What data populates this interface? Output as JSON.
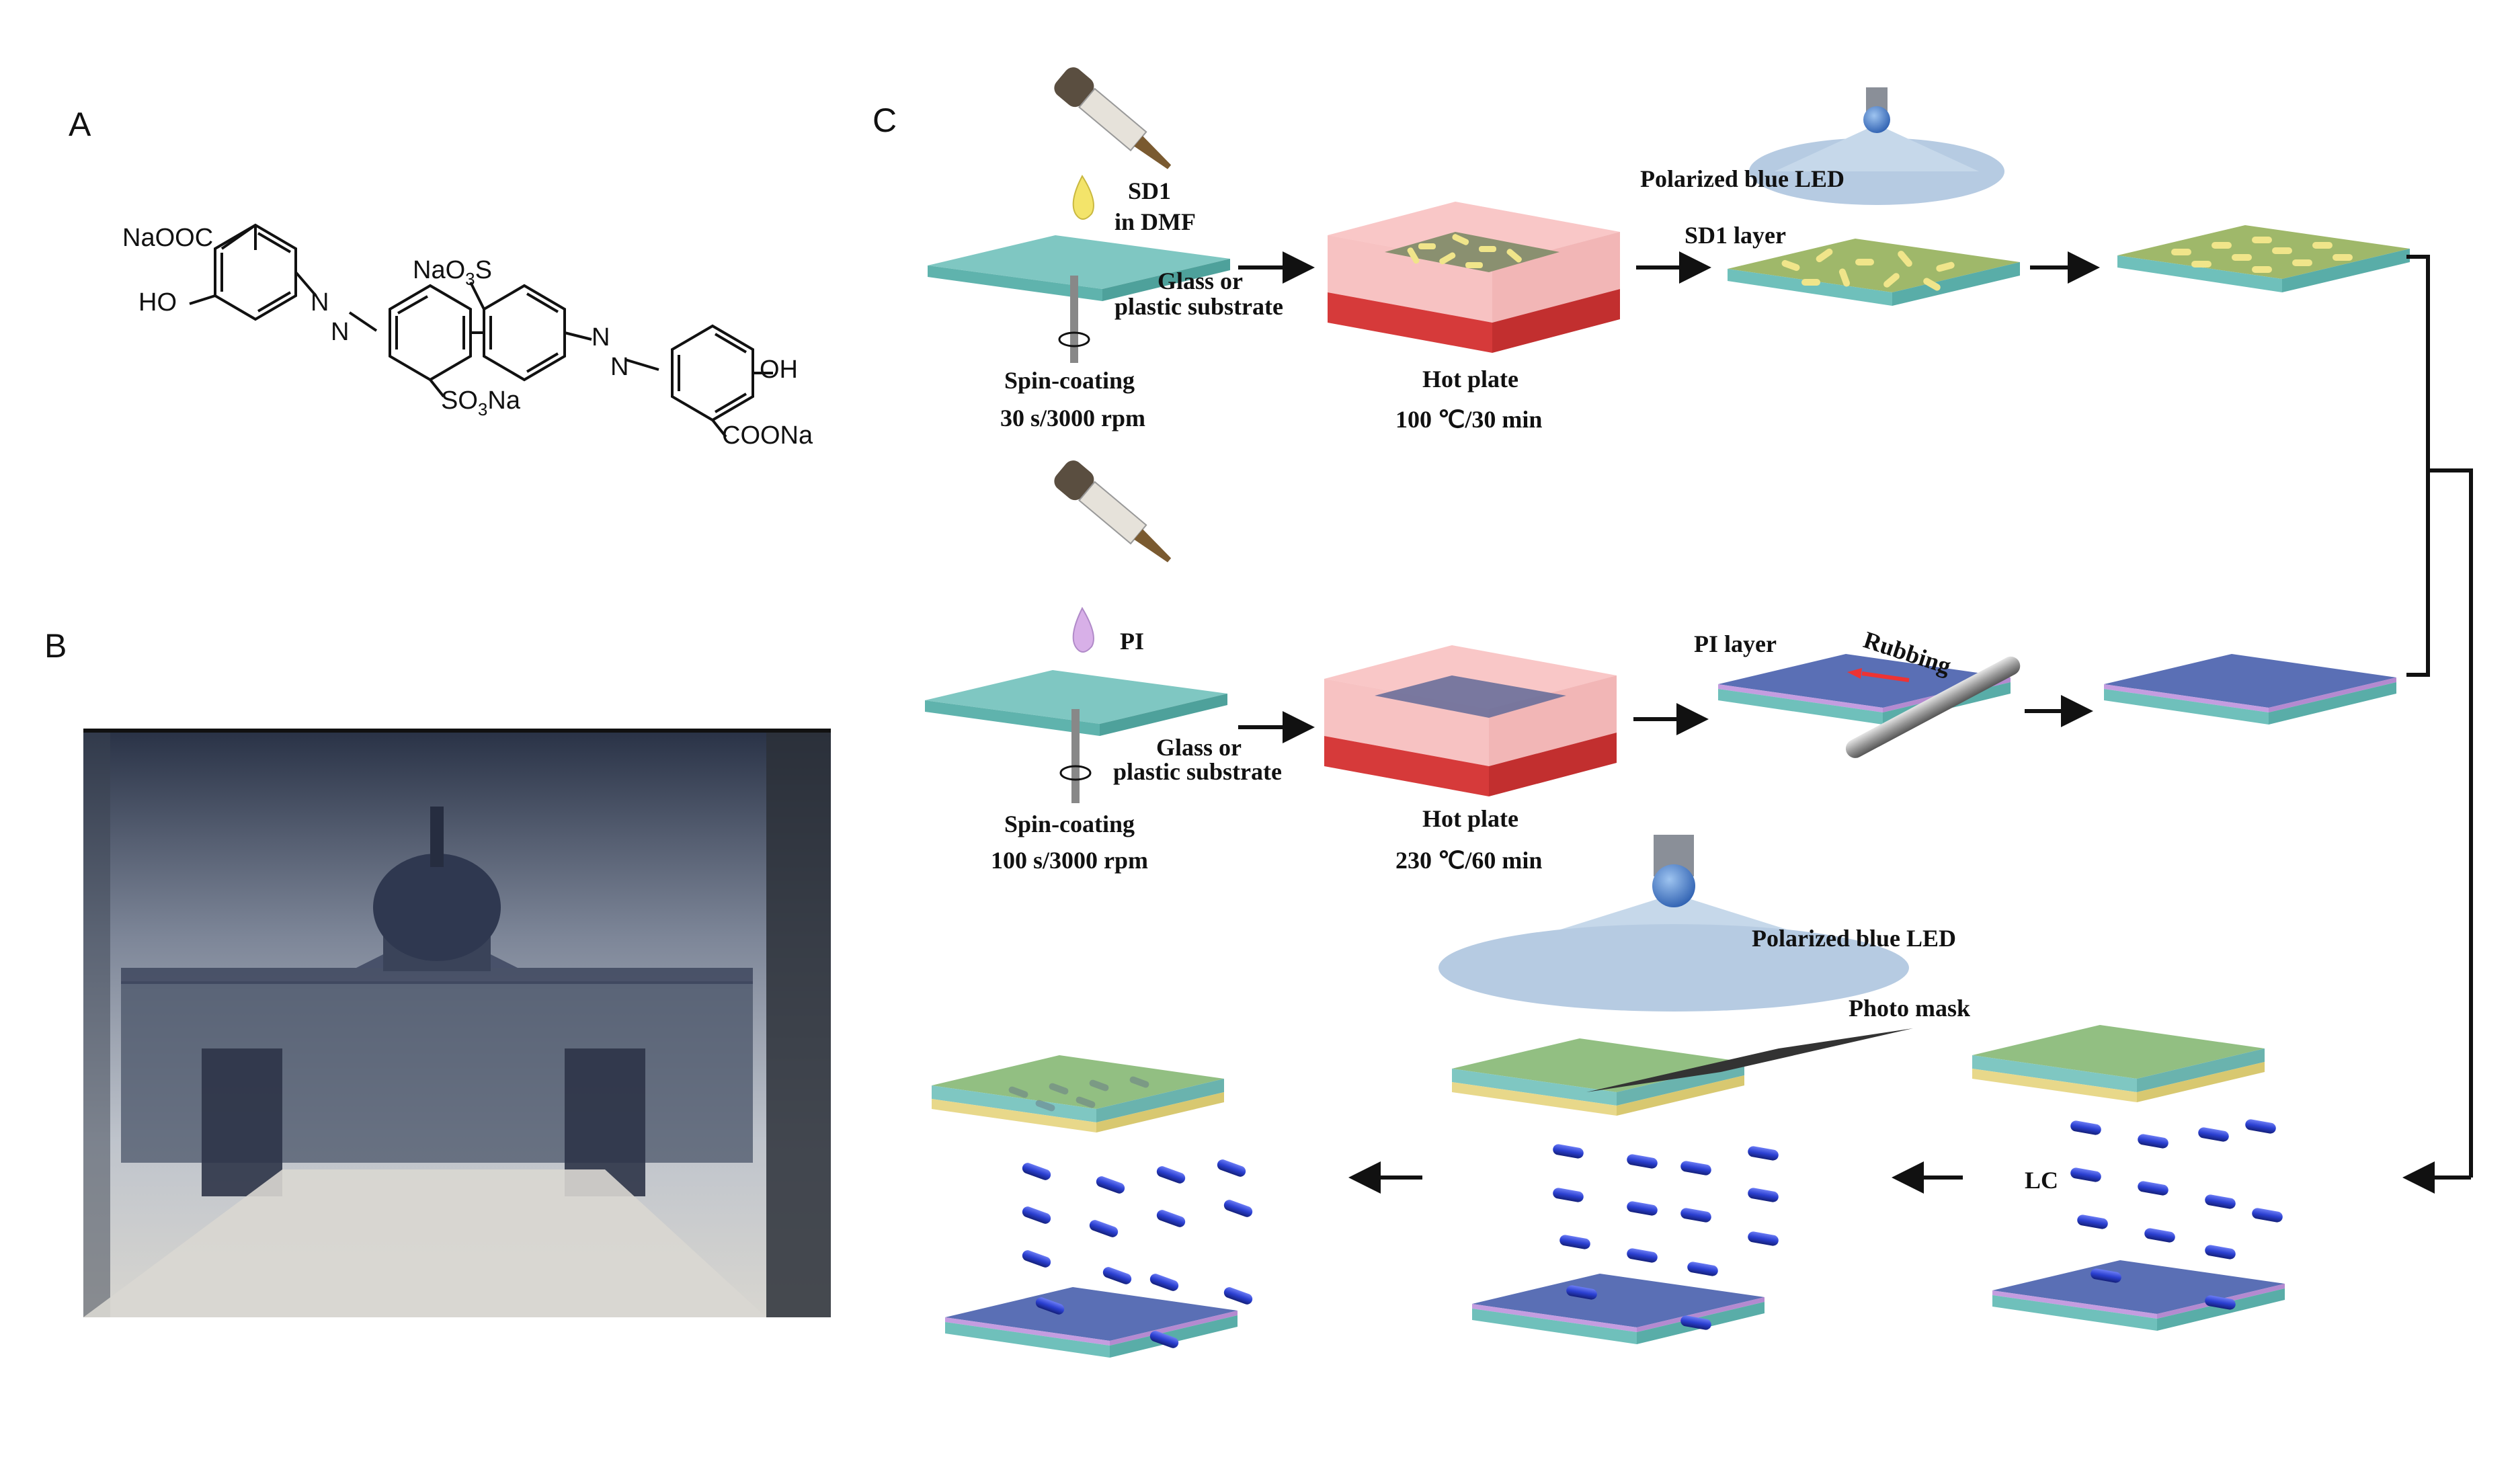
{
  "panels": {
    "a": "A",
    "b": "B",
    "c": "C"
  },
  "structure": {
    "naooc": "NaOOC",
    "ho_left": "HO",
    "naso3s_prefix": "NaO",
    "naso3s_sub": "3",
    "naso3s_suffix": "S",
    "so3na_prefix": "SO",
    "so3na_sub": "3",
    "so3na_suffix": "Na",
    "oh_right": "OH",
    "coona": "COONa",
    "n": "N"
  },
  "row1": {
    "sd1": "SD1",
    "in_dmf": "in DMF",
    "substrate_line1": "Glass or",
    "substrate_line2": "plastic substrate",
    "spin_title": "Spin-coating",
    "spin_params": "30 s/3000 rpm",
    "hotplate_title": "Hot plate",
    "hotplate_params": "100 ℃/30 min",
    "led": "Polarized blue LED",
    "layer": "SD1 layer"
  },
  "row2": {
    "pi": "PI",
    "substrate_line1": "Glass or",
    "substrate_line2": "plastic substrate",
    "spin_title": "Spin-coating",
    "spin_params": "100 s/3000 rpm",
    "hotplate_title": "Hot plate",
    "hotplate_params": "230 ℃/60 min",
    "layer": "PI layer",
    "rubbing": "Rubbing"
  },
  "row3": {
    "led": "Polarized blue LED",
    "mask": "Photo mask",
    "lc": "LC"
  },
  "colors": {
    "substrate_top": "#7fc7c2",
    "substrate_side": "#5fb3ad",
    "hotplate": "#e34b4b",
    "hotplate_glow": "#f7b9b9",
    "sd1_layer": "#9fb86a",
    "sd1_rods": "#f0e58a",
    "pi_layer": "#5a6fb5",
    "pi_edge": "#c49de0",
    "lc_molecule": "#2a3fd0",
    "led_cone": "#c6d8ea",
    "mask": "#333333",
    "drop_sd1": "#f3e46a",
    "drop_pi": "#d8b0e8"
  }
}
